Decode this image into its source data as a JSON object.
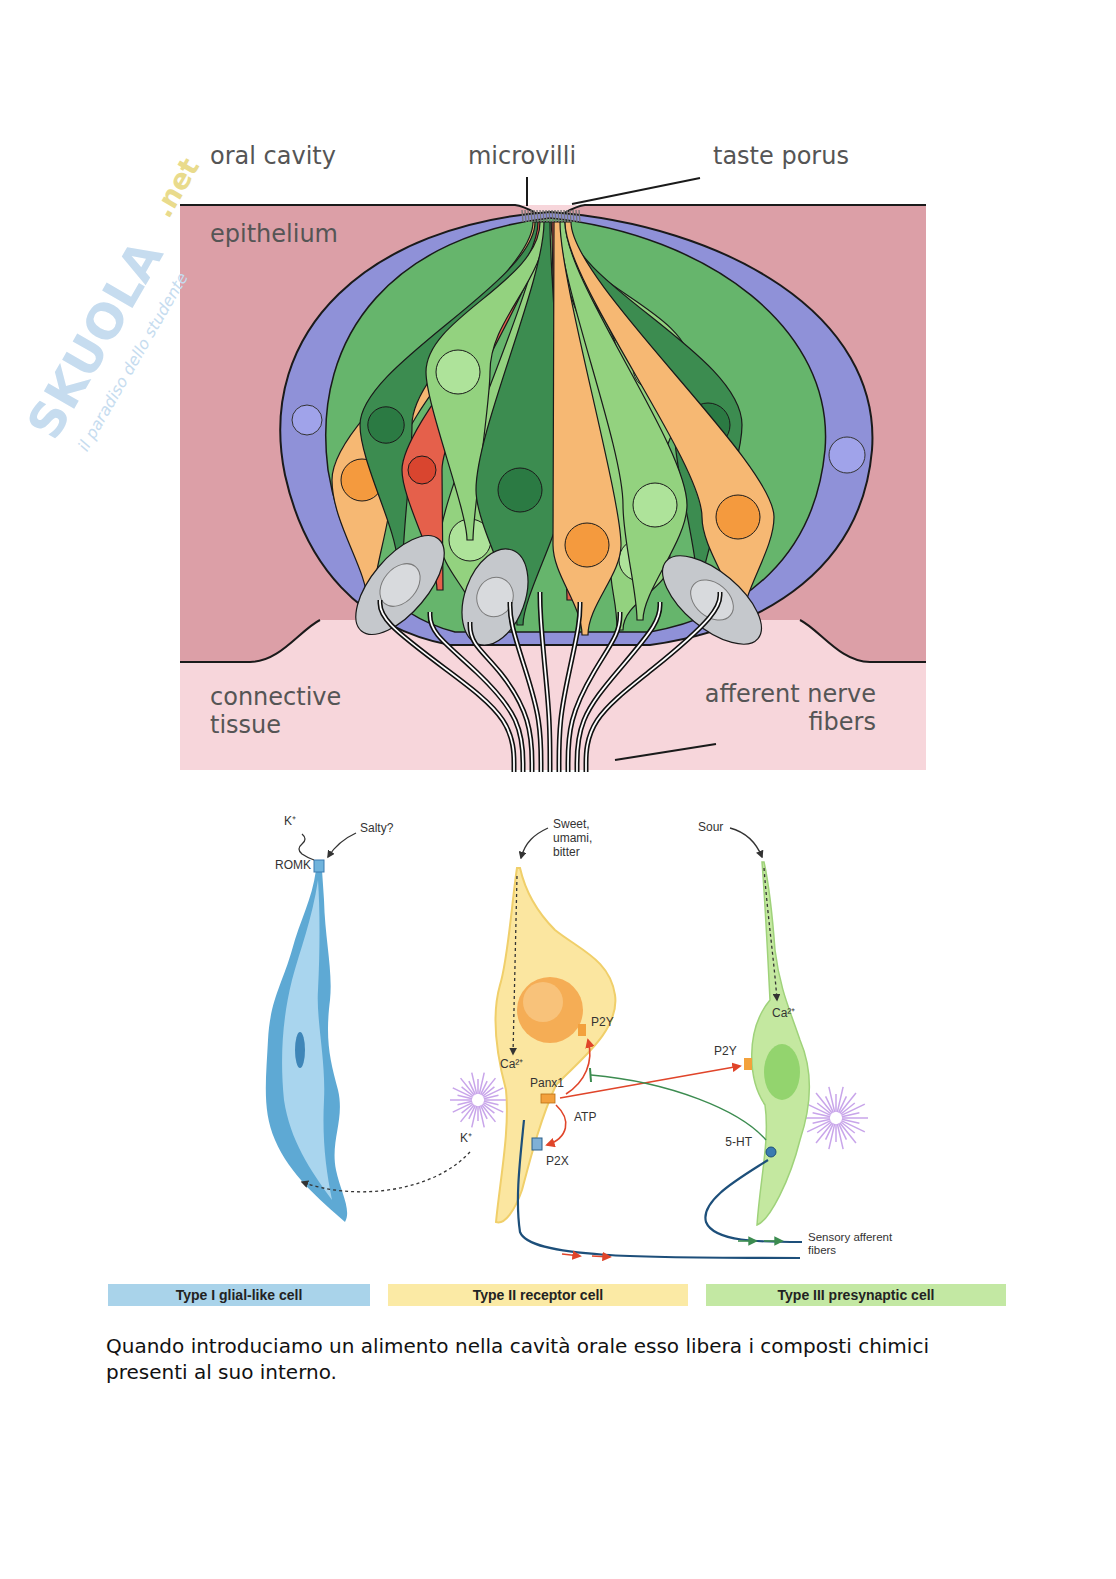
{
  "diagram": {
    "caption": "Quando introduciamo un alimento nella cavità orale esso libera i composti chimici presenti al suo interno.",
    "nodes": [
      {
        "text": [
          "Type I glial-like cell"
        ]
      },
      {
        "text": [
          "Type II receptor cell"
        ]
      },
      {
        "text": [
          "Type III presynaptic cell"
        ]
      }
    ],
    "labels": [
      "SKUOLA",
      ".net",
      "il paradiso dello studente",
      "oral cavity",
      "microvilli",
      "taste porus",
      "epithelium",
      "connective tissue",
      "afferent nerve fibers",
      "K⁺",
      "Salty?",
      "ROMK",
      "Sweet, umami, bitter",
      "Sour",
      "P2Y",
      "Ca²⁺",
      "Panx1",
      "ATP",
      "P2X",
      "K⁺",
      "P2Y",
      "Ca²⁺",
      "5-HT",
      "Sensory afferent fibers"
    ]
  }
}
